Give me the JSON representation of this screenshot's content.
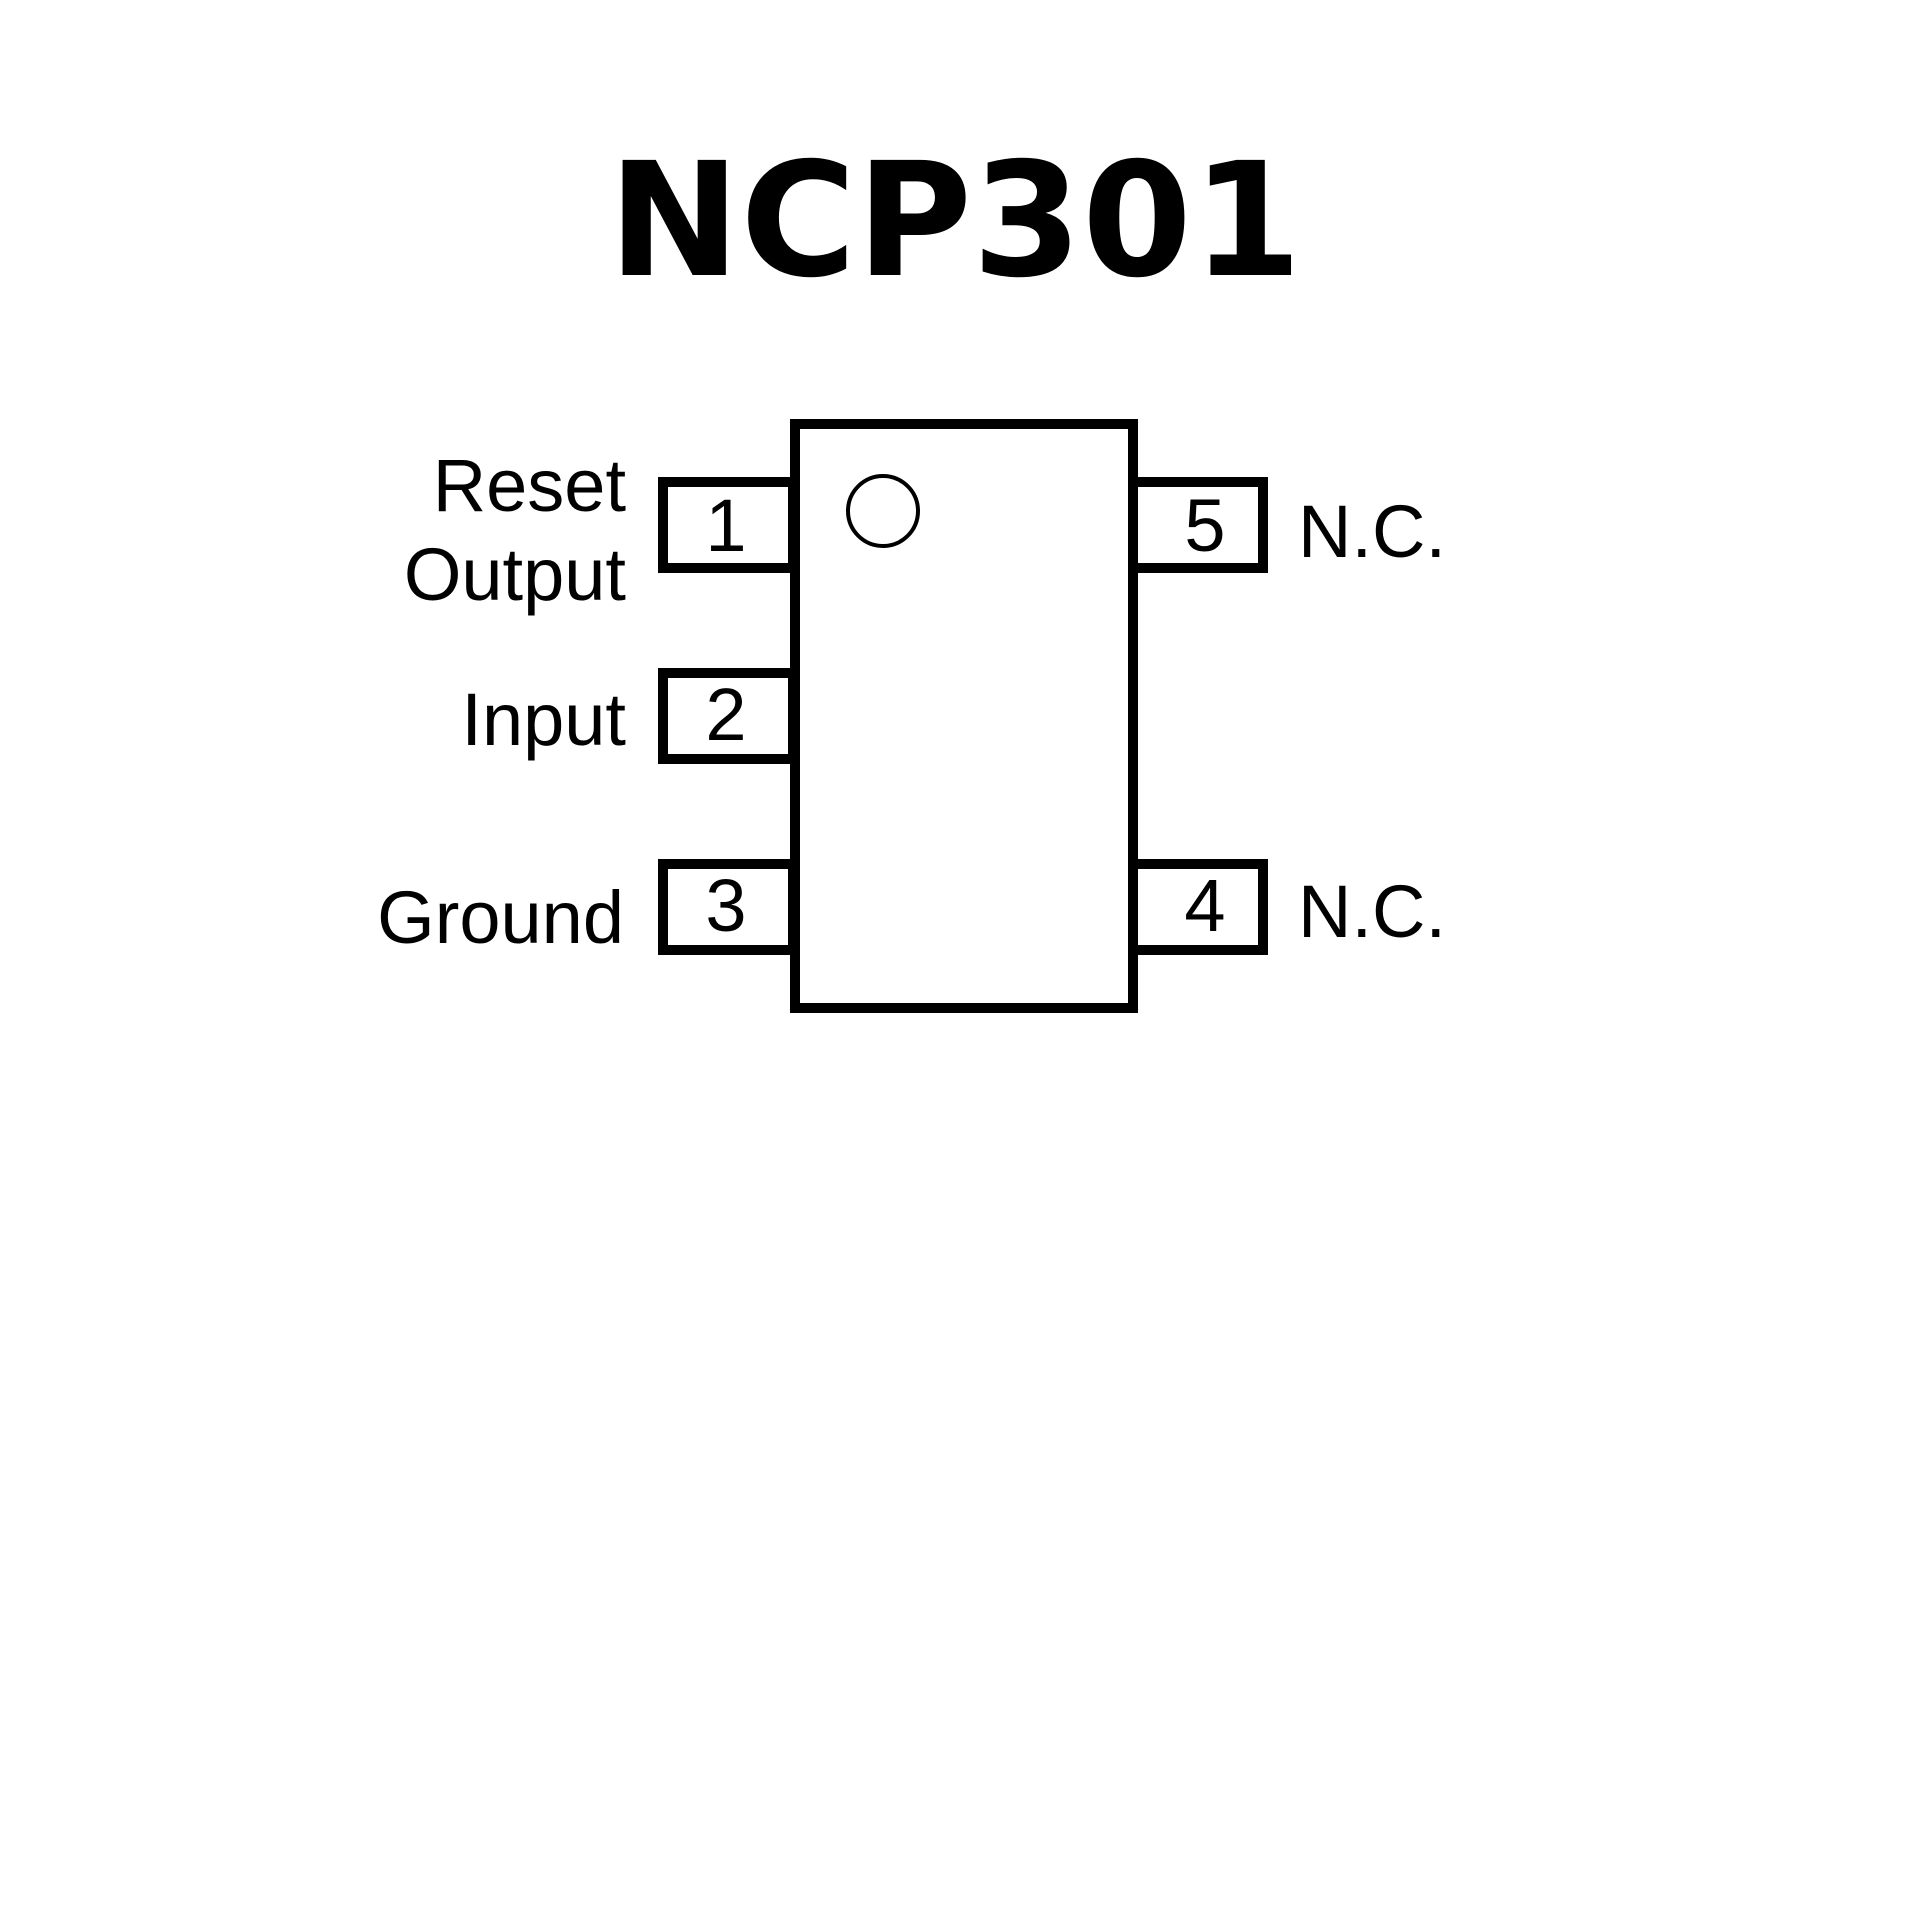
{
  "title": "NCP301",
  "pins": {
    "p1": {
      "number": "1",
      "label_line1": "Reset",
      "label_line2": "Output"
    },
    "p2": {
      "number": "2",
      "label": "Input"
    },
    "p3": {
      "number": "3",
      "label": "Ground"
    },
    "p4": {
      "number": "4",
      "label": "N.C."
    },
    "p5": {
      "number": "5",
      "label": "N.C."
    }
  }
}
